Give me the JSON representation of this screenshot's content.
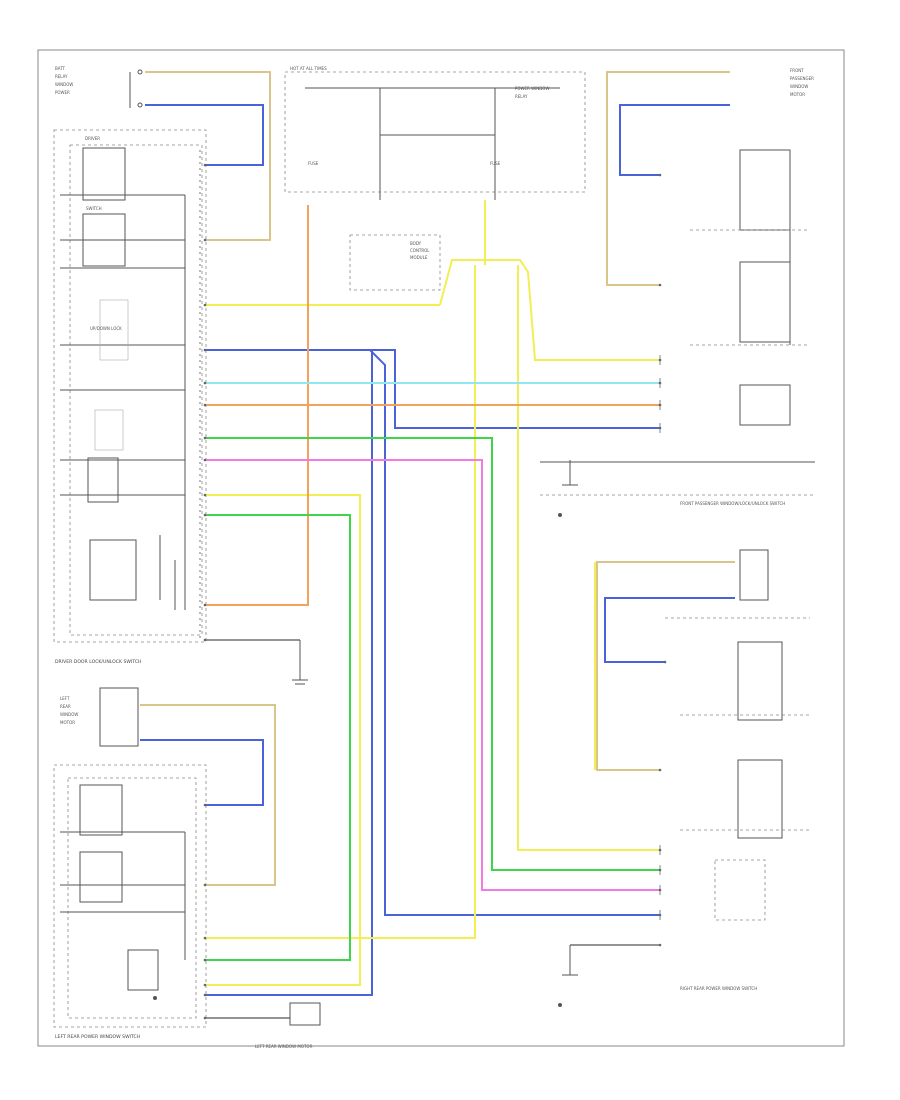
{
  "diagram": {
    "footer_id": "",
    "modules": {
      "driver_door": "DRIVER DOOR LOCK/UNLOCK SWITCH",
      "left_rear": "LEFT REAR POWER WINDOW SWITCH",
      "right_rear": "RIGHT REAR POWER WINDOW SWITCH",
      "front_passenger": "FRONT PASSENGER WINDOW/LOCK/UNLOCK SWITCH",
      "left_rear_window_motor": "LEFT REAR WINDOW MOTOR"
    },
    "wire_colors": {
      "tan": "#d9c48a",
      "blue": "#4a63d9",
      "yellow": "#f2ee54",
      "orange": "#f2a25c",
      "light_blue": "#8fe8ef",
      "green": "#3fd44a",
      "pink": "#f27ae2",
      "ground": "#555555"
    }
  }
}
